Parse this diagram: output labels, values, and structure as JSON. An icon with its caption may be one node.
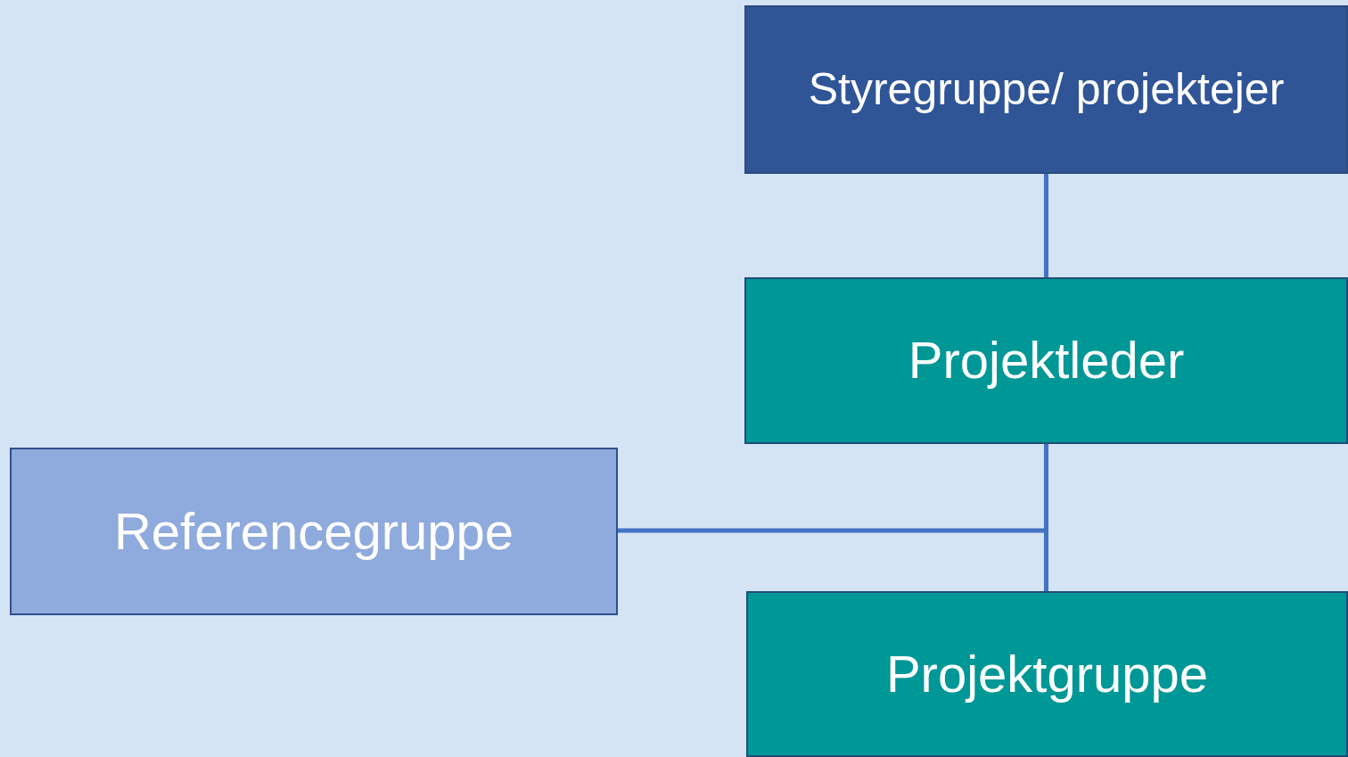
{
  "diagram": {
    "nodes": [
      {
        "text": [
          "Styregruppe/ projektejer"
        ]
      },
      {
        "text": [
          "Projektleder"
        ]
      },
      {
        "text": [
          "Referencegruppe"
        ]
      },
      {
        "text": [
          "Projektgruppe"
        ]
      }
    ],
    "edges": [
      {
        "from": 0,
        "to": 1,
        "arrow": "none"
      },
      {
        "from": 1,
        "to": 3,
        "arrow": "none"
      },
      {
        "from": 1,
        "to": 2,
        "arrow": "none"
      }
    ]
  }
}
